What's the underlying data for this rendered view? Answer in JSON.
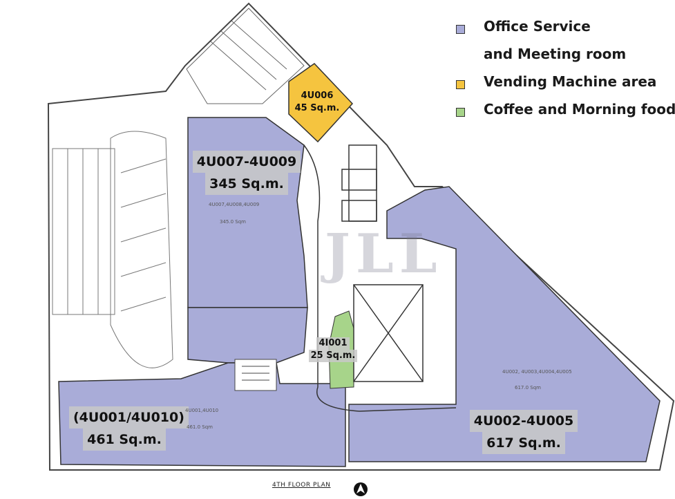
{
  "legend": {
    "office_line1": "Office Service",
    "office_line2": "and Meeting room",
    "vending": "Vending Machine area",
    "coffee": "Coffee and Morning food"
  },
  "colors": {
    "office": "#a9acd8",
    "vending": "#f5c43f",
    "coffee": "#a7d48a",
    "line": "#333333"
  },
  "units": {
    "u007": {
      "name": "4U007-4U009",
      "area": "345 Sq.m.",
      "faint_name": "4U007,4U008,4U009",
      "faint_area": "345.0 Sqm"
    },
    "u001": {
      "name": "(4U001/4U010)",
      "area": "461 Sq.m.",
      "faint_name": "4U001,4U010",
      "faint_area": "461.0 Sqm"
    },
    "u002": {
      "name": "4U002-4U005",
      "area": "617 Sq.m.",
      "faint_name": "4U002, 4U003,4U004,4U005",
      "faint_area": "617.0 Sqm"
    },
    "u006": {
      "name": "4U006",
      "area": "45 Sq.m."
    },
    "i001": {
      "name": "4I001",
      "area": "25 Sq.m."
    }
  },
  "caption": "4TH  FLOOR PLAN",
  "watermark": "JLL",
  "icons": {
    "north": "north-arrow-icon"
  }
}
